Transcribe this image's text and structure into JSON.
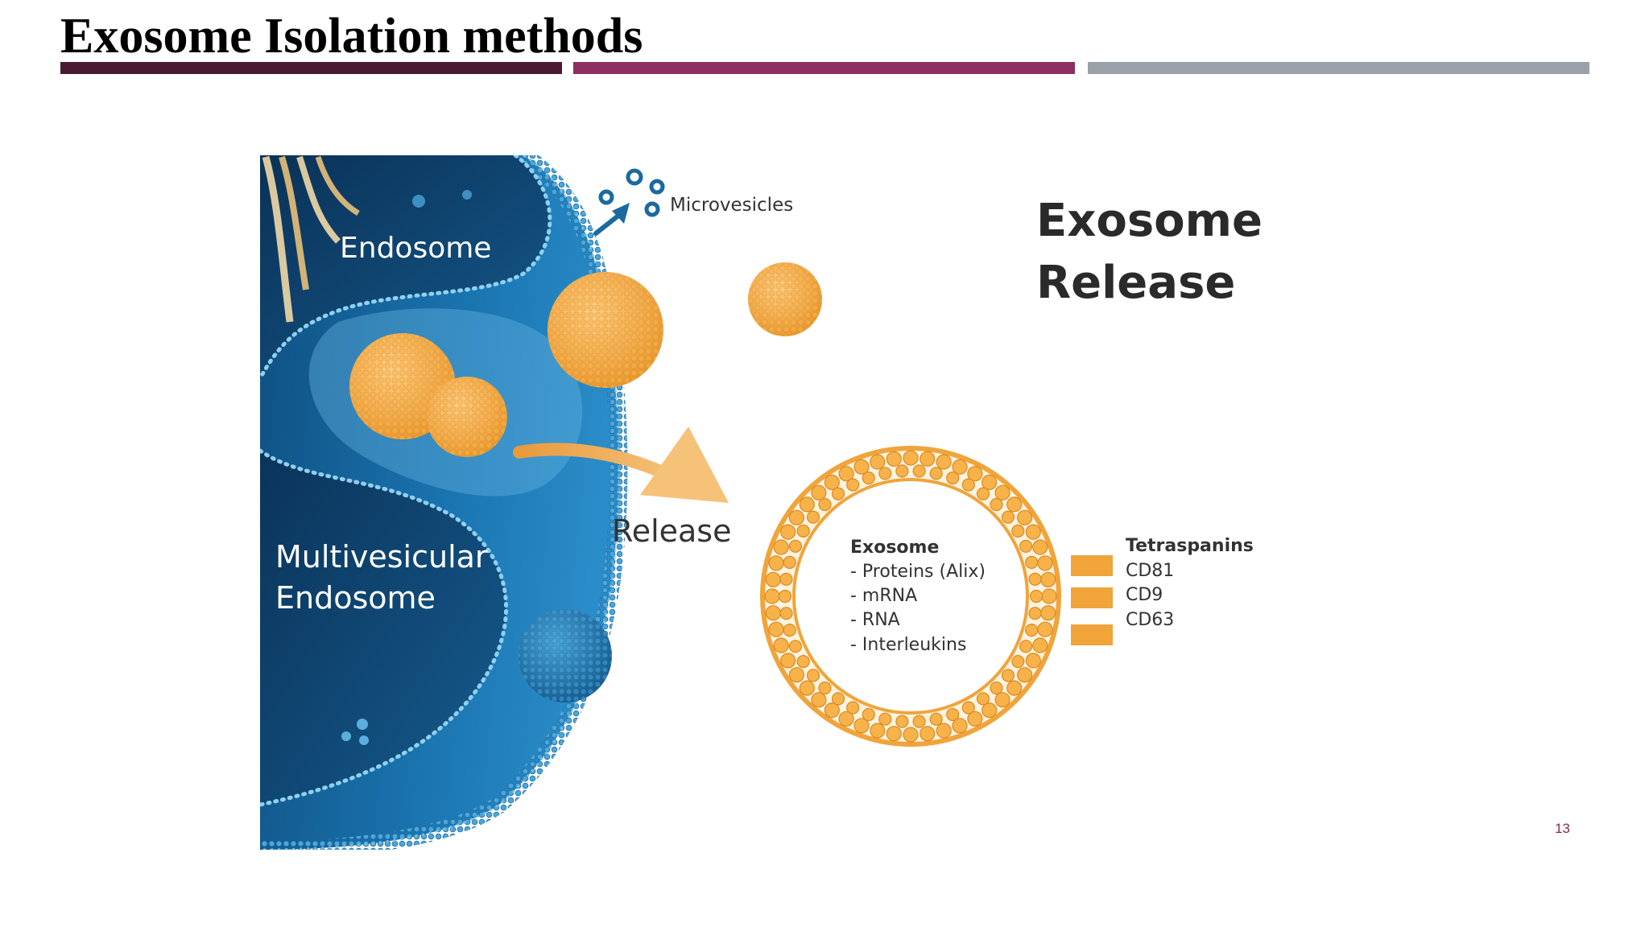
{
  "slide": {
    "title": "Exosome Isolation methods",
    "page_number": "13",
    "title_bar_colors": [
      "#4a1a32",
      "#8c2e60",
      "#9aa1a8"
    ]
  },
  "figure": {
    "heading_line1": "Exosome",
    "heading_line2": "Release",
    "label_endosome": "Endosome",
    "label_mve_line1": "Multivesicular",
    "label_mve_line2": "Endosome",
    "label_microvesicles": "Microvesicles",
    "label_release": "Release",
    "exosome_title": "Exosome",
    "exosome_contents": [
      "- Proteins (Alix)",
      "- mRNA",
      "- RNA",
      "- Interleukins"
    ],
    "tetraspanins_title": "Tetraspanins",
    "tetraspanins": [
      "CD81",
      "CD9",
      "CD63"
    ],
    "colors": {
      "cell_blue": "#1a6fa8",
      "cell_dark": "#0d3f66",
      "vesicle_orange": "#f0a43a",
      "membrane_light": "#7cc3e8"
    }
  }
}
